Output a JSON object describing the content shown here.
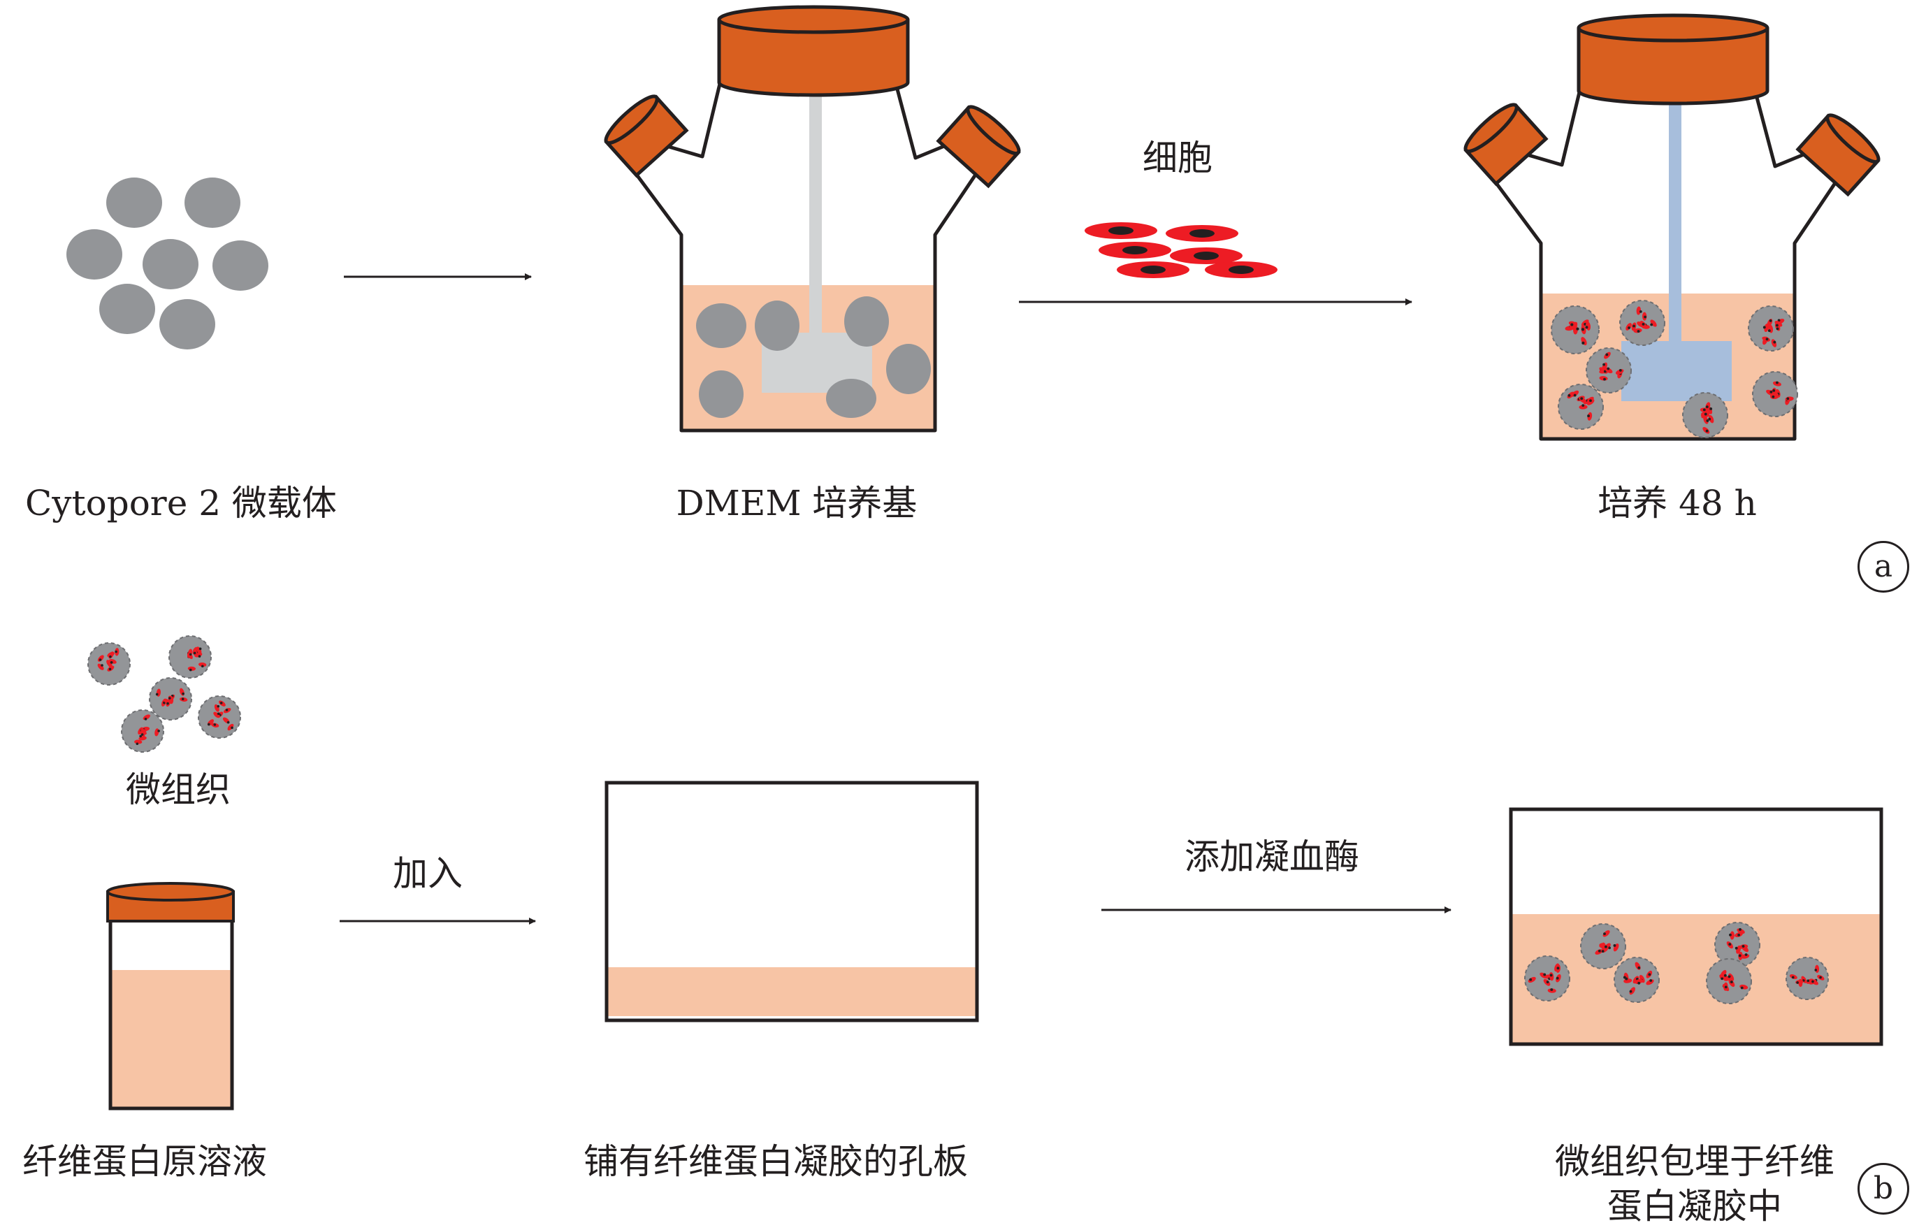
{
  "panel_a": {
    "microcarrier_label": "Cytopore 2 微载体",
    "medium_label": "DMEM 培养基",
    "cells_label": "细胞",
    "culture_label": "培养 48 h",
    "panel_tag": "a"
  },
  "panel_b": {
    "microtissue_label": "微组织",
    "add_label": "加入",
    "fibrinogen_label": "纤维蛋白原溶液",
    "plate_label": "铺有纤维蛋白凝胶的孔板",
    "thrombin_label": "添加凝血酶",
    "result_label_line1": "微组织包埋于纤维",
    "result_label_line2": "蛋白凝胶中",
    "panel_tag": "b"
  },
  "colors": {
    "cap": "#d95f1f",
    "medium": "#f7c4a5",
    "carrier": "#939598",
    "cell_red": "#ed1c24",
    "stirrer_empty": "#d1d3d4",
    "stirrer_seeded": "#a7bedc",
    "outline": "#231f20"
  }
}
